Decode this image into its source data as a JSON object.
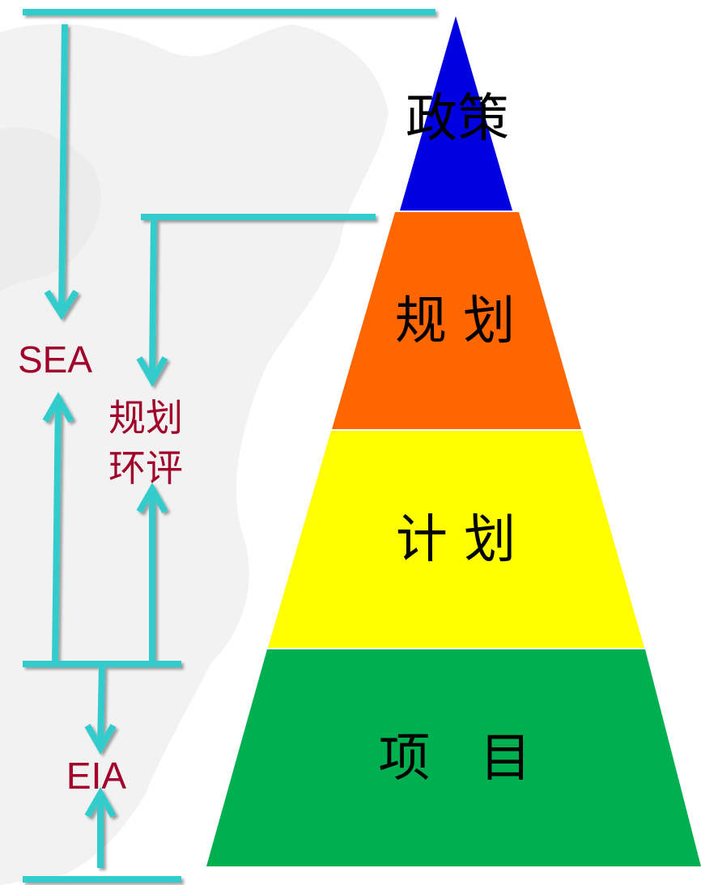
{
  "pyramid": {
    "tiers": [
      {
        "label": "政策",
        "color": "#0000e0"
      },
      {
        "label": "规 划",
        "color": "#ff6600"
      },
      {
        "label": "计 划",
        "color": "#ffff00"
      },
      {
        "label": "项   目",
        "color": "#00b050"
      }
    ]
  },
  "annotations": {
    "sea": "SEA",
    "plan_eia_line1": "规划",
    "plan_eia_line2": "环评",
    "eia": "EIA"
  },
  "colors": {
    "connector": "#33cccc",
    "label": "#a0002a",
    "map_background": "#f2f2f2"
  }
}
